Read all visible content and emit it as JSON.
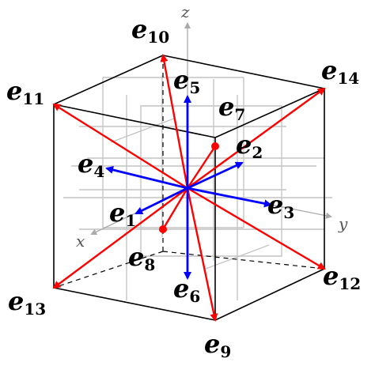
{
  "axes": {
    "x": "x",
    "y": "y",
    "z": "z"
  },
  "vectors": [
    {
      "id": "e1",
      "base": "e",
      "sub": "1"
    },
    {
      "id": "e2",
      "base": "e",
      "sub": "2"
    },
    {
      "id": "e3",
      "base": "e",
      "sub": "3"
    },
    {
      "id": "e4",
      "base": "e",
      "sub": "4"
    },
    {
      "id": "e5",
      "base": "e",
      "sub": "5"
    },
    {
      "id": "e6",
      "base": "e",
      "sub": "6"
    },
    {
      "id": "e7",
      "base": "e",
      "sub": "7"
    },
    {
      "id": "e8",
      "base": "e",
      "sub": "8"
    },
    {
      "id": "e9",
      "base": "e",
      "sub": "9"
    },
    {
      "id": "e10",
      "base": "e",
      "sub": "10"
    },
    {
      "id": "e11",
      "base": "e",
      "sub": "11"
    },
    {
      "id": "e12",
      "base": "e",
      "sub": "12"
    },
    {
      "id": "e13",
      "base": "e",
      "sub": "13"
    },
    {
      "id": "e14",
      "base": "e",
      "sub": "14"
    }
  ],
  "colors": {
    "axis_vectors": "#0000ff",
    "diagonal_vectors": "#ff0000",
    "cube_edges": "#000000",
    "grid": "#bbbbbb",
    "coord_axes": "#aaaaaa"
  }
}
